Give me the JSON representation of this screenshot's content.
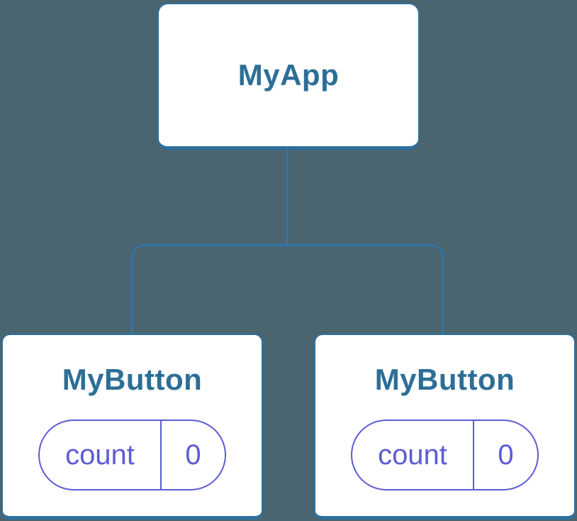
{
  "colors": {
    "background": "#4A6570",
    "node_fill": "#FFFFFF",
    "node_border": "#2E6F9E",
    "connector": "#2F75A6",
    "node_text": "#2D6E96",
    "state_accent": "#5C5CD6"
  },
  "tree": {
    "root": {
      "label": "MyApp"
    },
    "children": [
      {
        "label": "MyButton",
        "state": {
          "key": "count",
          "value": "0"
        }
      },
      {
        "label": "MyButton",
        "state": {
          "key": "count",
          "value": "0"
        }
      }
    ]
  }
}
